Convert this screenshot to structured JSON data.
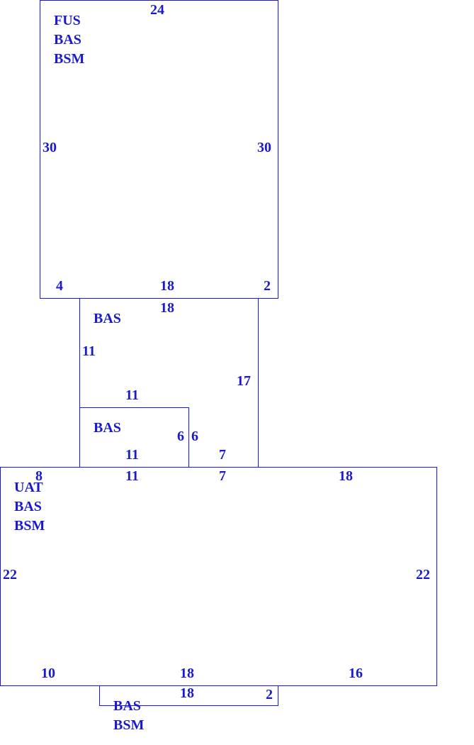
{
  "colors": {
    "line": "#1a1acc",
    "text": "#1a1acc",
    "background": "#ffffff"
  },
  "rooms": {
    "top": {
      "codes": [
        "FUS",
        "BAS",
        "BSM"
      ],
      "dims": {
        "top": "24",
        "left": "30",
        "right": "30",
        "bottom_left": "4",
        "bottom": "18",
        "bottom_right": "2"
      }
    },
    "middle": {
      "codes": [
        "BAS"
      ],
      "dims": {
        "top": "18",
        "left": "11",
        "right": "17",
        "bottom_right_outer": "7",
        "bottom_right_inner": "7"
      }
    },
    "inner": {
      "codes": [
        "BAS"
      ],
      "dims": {
        "top": "11",
        "right": "6",
        "right_outer": "6",
        "bottom": "11",
        "bottom_outer": "11"
      }
    },
    "large": {
      "codes": [
        "UAT",
        "BAS",
        "BSM"
      ],
      "dims": {
        "top_left": "8",
        "top_right": "18",
        "left": "22",
        "right": "22",
        "bottom_left": "10",
        "bottom": "18",
        "bottom_right": "16"
      }
    },
    "bottom": {
      "codes": [
        "BAS",
        "BSM"
      ],
      "dims": {
        "top": "18",
        "top_right": "2"
      }
    }
  }
}
